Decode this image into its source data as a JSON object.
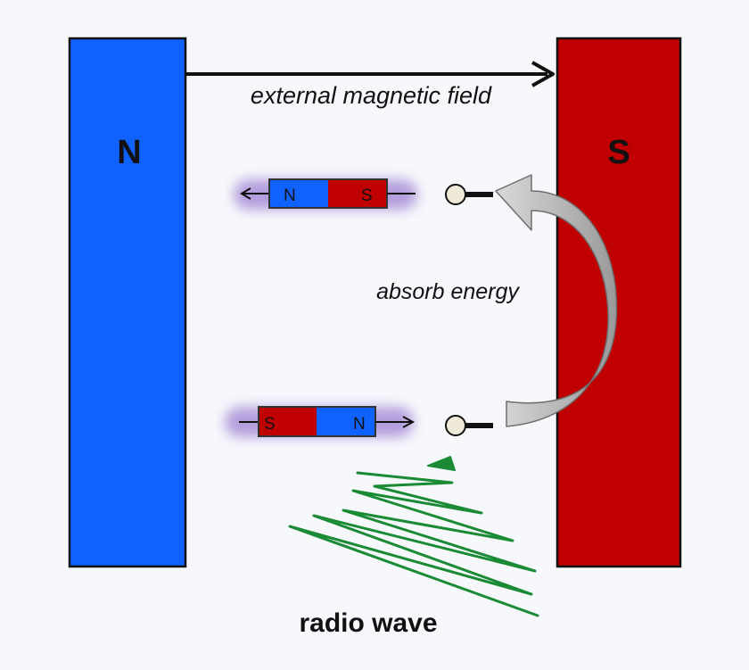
{
  "diagram": {
    "north_pole": {
      "label": "N",
      "color": "#0f62fe"
    },
    "south_pole": {
      "label": "S",
      "color": "#c00000"
    },
    "field_label": "external magnetic field",
    "top_dipole": {
      "left_label": "N",
      "right_label": "S"
    },
    "bottom_dipole": {
      "left_label": "S",
      "right_label": "N"
    },
    "absorb_label": "absorb energy",
    "radio_label": "radio wave",
    "colors": {
      "north": "#0f62fe",
      "south": "#c00000",
      "wave": "#1a8a35",
      "glow": "#9b7fd1",
      "arrow_fill": "#b3b3b3",
      "outline": "#111111"
    }
  }
}
